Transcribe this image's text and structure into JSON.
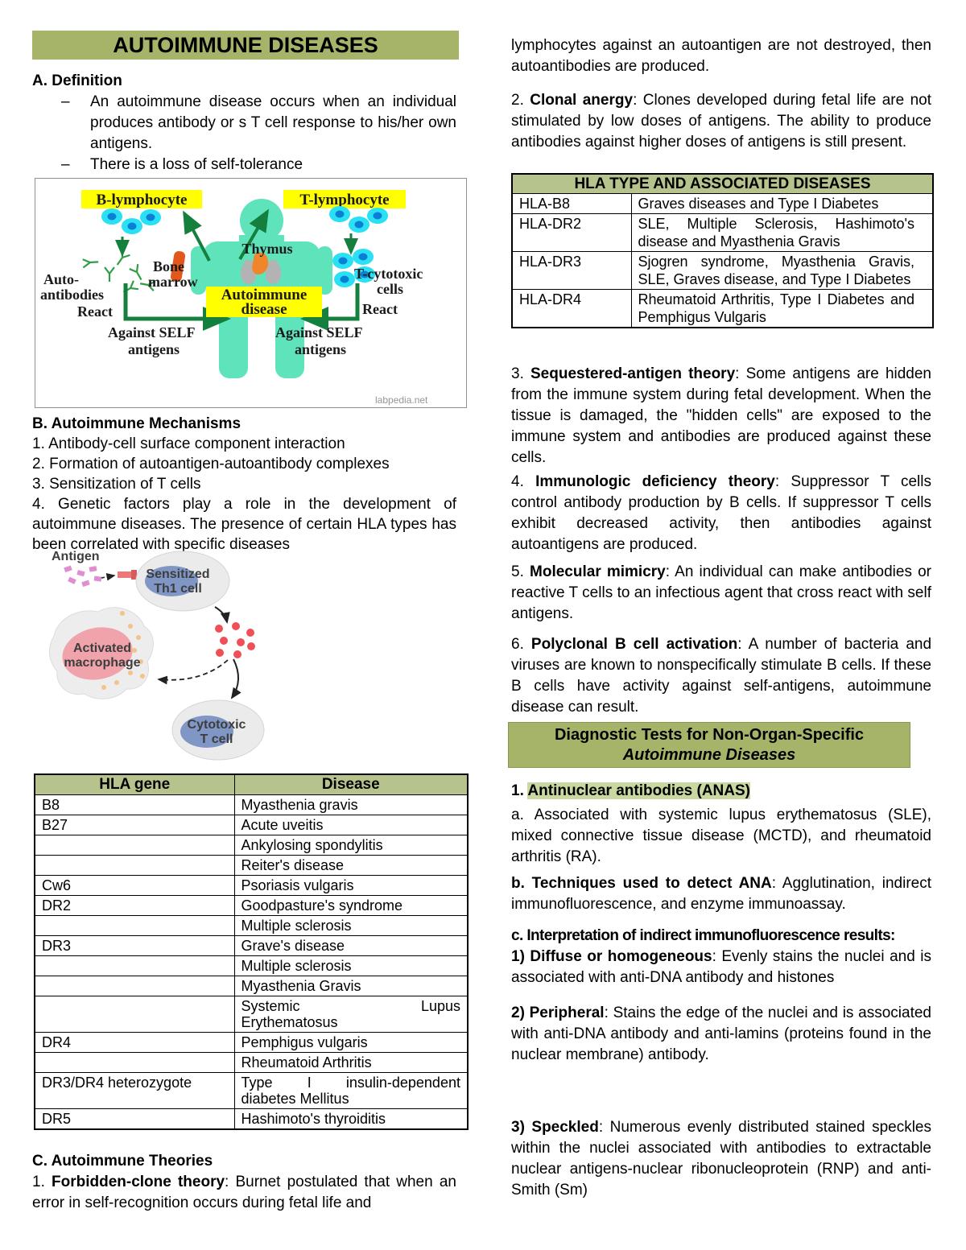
{
  "title": "AUTOIMMUNE DISEASES",
  "left": {
    "definition": {
      "heading": "A. Definition",
      "bullets": [
        "An autoimmune disease occurs when an individual produces antibody or s T cell response to his/her own antigens.",
        "There is a loss of self-tolerance"
      ]
    },
    "diagram1": {
      "b_lymphocyte": "B-lymphocyte",
      "t_lymphocyte": "T-lymphocyte",
      "thymus": "Thymus",
      "bone_1": "Bone",
      "bone_2": "marrow",
      "auto_1": "Auto-",
      "auto_2": "antibodies",
      "react_left": "React",
      "against_left_1": "Against SELF",
      "against_left_2": "antigens",
      "disease_1": "Autoimmune",
      "disease_2": "disease",
      "tcyto_1": "T-cytotoxic",
      "tcyto_2": "cells",
      "react_right": "React",
      "against_right_1": "Against SELF",
      "against_right_2": "antigens",
      "watermark": "labpedia.net"
    },
    "mechanisms": {
      "heading": "B. Autoimmune Mechanisms",
      "items": [
        "1. Antibody-cell surface component interaction",
        "2. Formation of autoantigen-autoantibody complexes",
        "3. Sensitization of T cells",
        "4. Genetic factors play a role in the development of autoimmune diseases. The presence of certain HLA types has been correlated with specific diseases"
      ]
    },
    "diagram2": {
      "antigen": "Antigen",
      "sensitized_1": "Sensitized",
      "sensitized_2": "Th1 cell",
      "macrophage_1": "Activated",
      "macrophage_2": "macrophage",
      "cytotoxic_1": "Cytotoxic",
      "cytotoxic_2": "T cell"
    },
    "hla_table": {
      "col1_header": "HLA gene",
      "col2_header": "Disease",
      "rows": [
        [
          "B8",
          "Myasthenia gravis"
        ],
        [
          "B27",
          "Acute uveitis"
        ],
        [
          "",
          "Ankylosing spondylitis"
        ],
        [
          "",
          "Reiter's disease"
        ],
        [
          "Cw6",
          "Psoriasis vulgaris"
        ],
        [
          "DR2",
          "Goodpasture's syndrome"
        ],
        [
          "",
          "Multiple sclerosis"
        ],
        [
          "DR3",
          "Grave's disease"
        ],
        [
          "",
          "Multiple sclerosis"
        ],
        [
          "",
          "Myasthenia Gravis"
        ],
        [
          "",
          "Systemic Lupus\nErythematosus"
        ],
        [
          "DR4",
          "Pemphigus vulgaris"
        ],
        [
          "",
          "Rheumatoid Arthritis"
        ],
        [
          "DR3/DR4 heterozygote",
          "Type I insulin-dependent\ndiabetes Mellitus"
        ],
        [
          "DR5",
          "Hashimoto's thyroiditis"
        ]
      ]
    },
    "theories": {
      "heading": "C. Autoimmune Theories",
      "num": "1. ",
      "lead": "Forbidden-clone theory",
      "rest": ": Burnet postulated that when an error in self-recognition occurs during fetal life and"
    }
  },
  "right": {
    "continuation": "lymphocytes against an autoantigen are not destroyed, then autoantibodies are produced.",
    "clonal": {
      "num": "2. ",
      "lead": "Clonal anergy",
      "rest": ": Clones developed during fetal life are not stimulated by low doses of antigens. The ability to produce antibodies against higher doses of antigens is still present."
    },
    "hla_type_table": {
      "header": "HLA TYPE AND ASSOCIATED DISEASES",
      "rows": [
        [
          "HLA-B8",
          "Graves diseases and Type I Diabetes"
        ],
        [
          "HLA-DR2",
          "SLE, Multiple Sclerosis, Hashimoto's disease and Myasthenia Gravis"
        ],
        [
          "HLA-DR3",
          "Sjogren syndrome, Myasthenia Gravis, SLE, Graves disease, and Type I Diabetes"
        ],
        [
          "HLA-DR4",
          "Rheumatoid Arthritis, Type I Diabetes and Pemphigus Vulgaris"
        ]
      ]
    },
    "sequestered": {
      "num": "3. ",
      "lead": "Sequestered-antigen theory",
      "rest": ": Some antigens are hidden from the immune system during fetal development. When the tissue is damaged, the \"hidden cells\" are exposed to the immune system and antibodies are produced against these cells."
    },
    "immunologic": {
      "num": "4. ",
      "lead": "Immunologic deficiency theory",
      "rest": ": Suppressor T cells control antibody production by B cells. If suppressor T cells exhibit decreased activity, then antibodies against autoantigens are produced."
    },
    "mimicry": {
      "num": "5. ",
      "lead": "Molecular mimicry",
      "rest": ": An individual can make antibodies or reactive T cells to an infectious agent that cross react with self antigens."
    },
    "polyclonal": {
      "num": "6. ",
      "lead": "Polyclonal B cell activation",
      "rest": ": A number of bacteria and viruses are known to nonspecifically stimulate B cells. If these B cells have activity against self-antigens, autoimmune disease can result."
    },
    "diag_box_1": "Diagnostic Tests for Non-Organ-Specific",
    "diag_box_2": "Autoimmune Diseases",
    "ana": {
      "num": "1. ",
      "highlight": "Antinuclear antibodies (ANAS)",
      "a_text": "a.  Associated with systemic lupus erythematosus (SLE), mixed connective tissue disease (MCTD), and rheumatoid arthritis (RA).",
      "b_lead": "b. Techniques used to detect ANA",
      "b_rest": ": Agglutination, indirect immunofluorescence, and enzyme immunoassay.",
      "c_lead": "c. Interpretation of indirect immunofluorescence results:",
      "d1_num": "1) ",
      "d1_lead": "Diffuse or homogeneous",
      "d1_rest": ": Evenly stains the nuclei and is associated with anti-DNA antibody and histones",
      "d2_num": "2) ",
      "d2_lead": "Peripheral",
      "d2_rest": ": Stains the edge of the nuclei and is associated with anti-DNA antibody and anti-lamins (proteins found in the nuclear membrane) antibody.",
      "d3_num": "3) ",
      "d3_lead": "Speckled",
      "d3_rest": ": Numerous evenly distributed stained speckles within the nuclei associated with antibodies to extractable nuclear antigens-nuclear ribonucleoprotein (RNP) and anti-Smith (Sm)"
    }
  }
}
